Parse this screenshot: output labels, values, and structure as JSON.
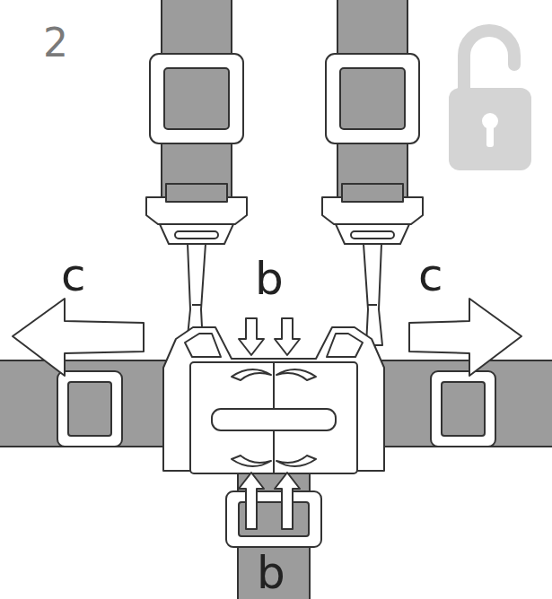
{
  "diagram": {
    "labels": [
      "2",
      "b",
      "c",
      "c",
      "b"
    ]
  }
}
